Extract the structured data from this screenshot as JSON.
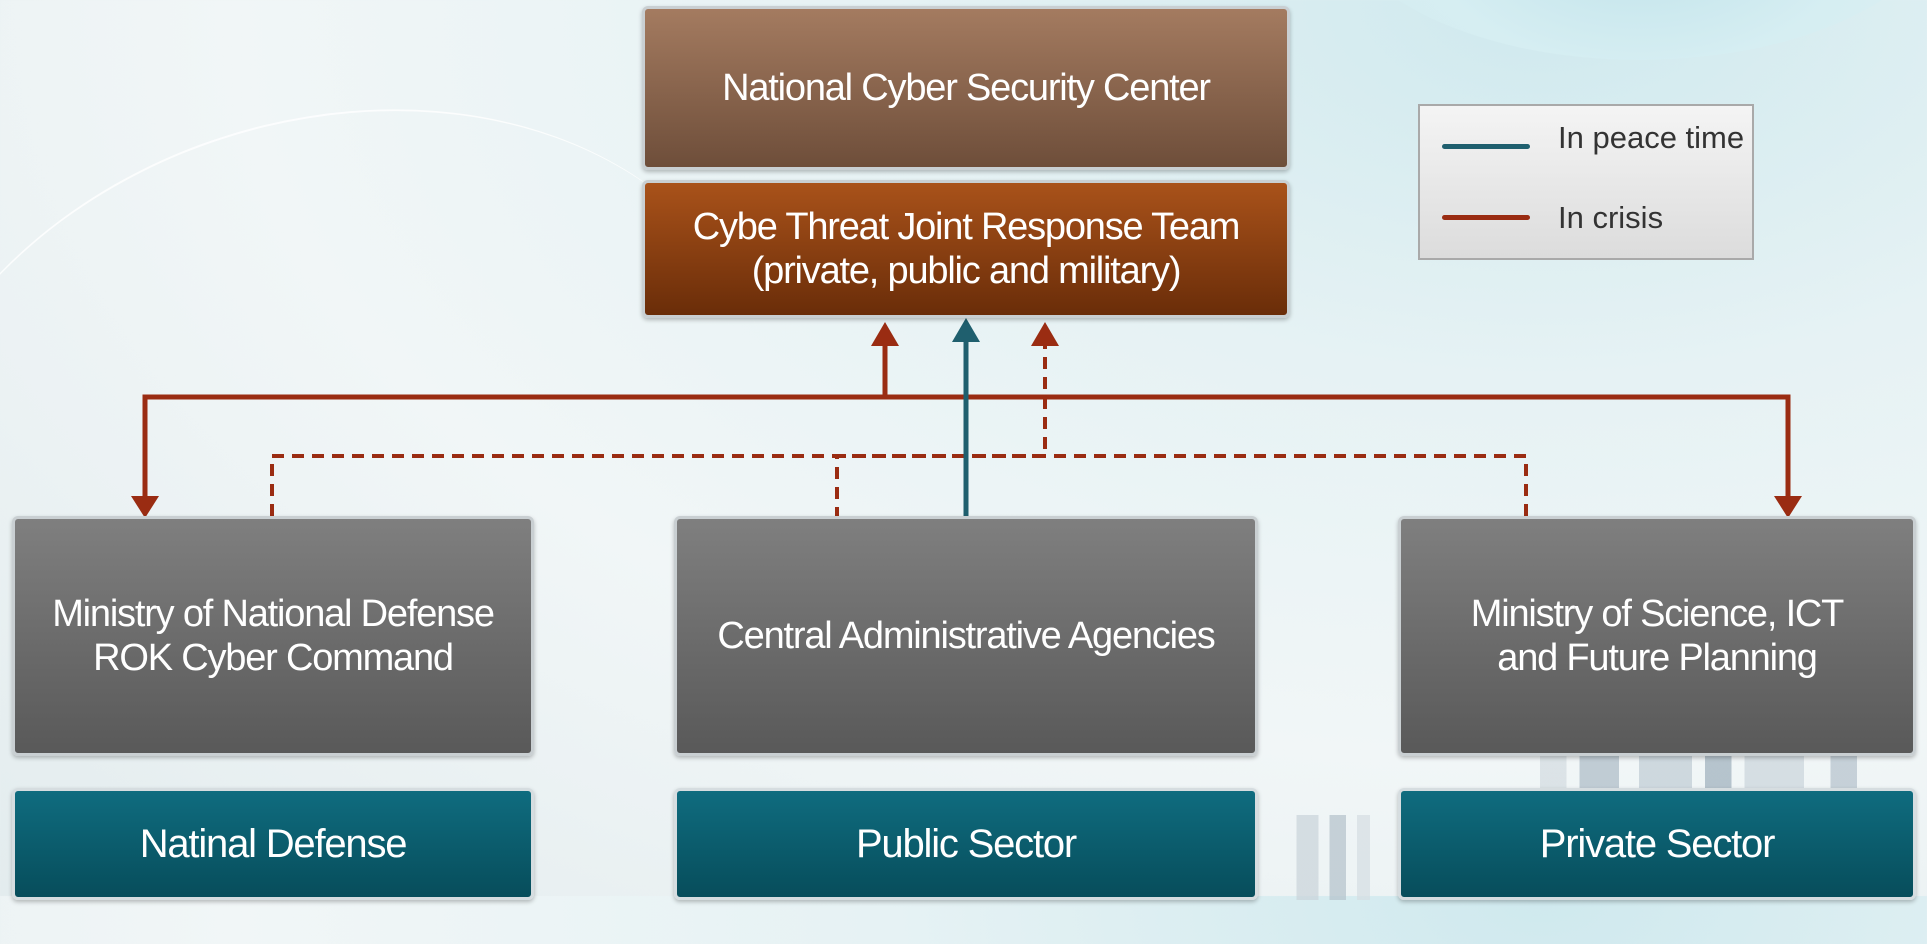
{
  "boxes": {
    "ncsc": "National Cyber Security Center",
    "response_team_line1": "Cybe Threat Joint Response Team",
    "response_team_line2": "(private, public and military)",
    "defense_line1": "Ministry of National Defense",
    "defense_line2": "ROK Cyber Command",
    "central": "Central Administrative Agencies",
    "science_line1": "Ministry of Science, ICT",
    "science_line2": "and Future Planning"
  },
  "sectors": {
    "defense": "Natinal Defense",
    "public": "Public Sector",
    "private": "Private Sector"
  },
  "legend": {
    "peace": "In peace time",
    "crisis": "In crisis"
  },
  "colors": {
    "peace_line": "#1f5f6e",
    "crisis_line": "#9a2c12"
  }
}
